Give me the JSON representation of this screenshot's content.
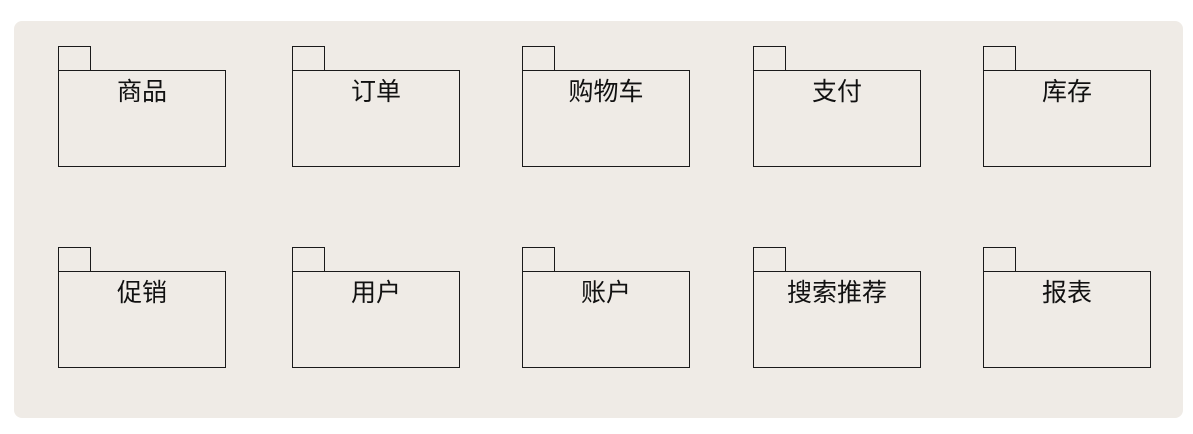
{
  "diagram": {
    "packages": [
      {
        "label": "商品"
      },
      {
        "label": "订单"
      },
      {
        "label": "购物车"
      },
      {
        "label": "支付"
      },
      {
        "label": "库存"
      },
      {
        "label": "促销"
      },
      {
        "label": "用户"
      },
      {
        "label": "账户"
      },
      {
        "label": "搜索推荐"
      },
      {
        "label": "报表"
      }
    ]
  }
}
